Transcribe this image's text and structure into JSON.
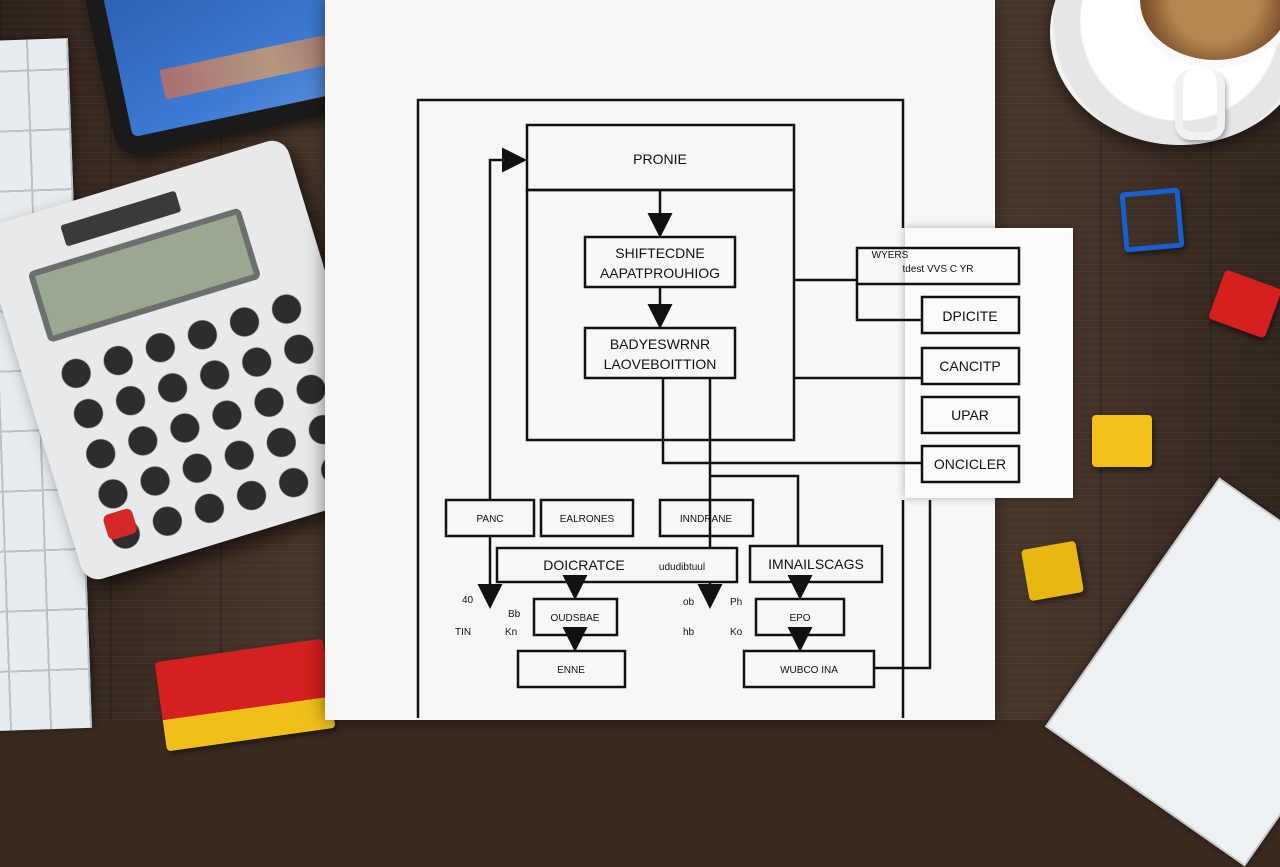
{
  "diagram": {
    "title_box": "PRONIE",
    "box_top_1": [
      "SHIFTECDNE",
      "AAPATPROUHIOG"
    ],
    "box_top_2": [
      "BADYESWRNR",
      "LAOVEBOITTION"
    ],
    "side_box_1": "WYERS",
    "side_box_1_sub": "tdest  VVS C YR",
    "side_box_2": "DPICITE",
    "side_box_3": "CANCITP",
    "side_box_4": "UPAR",
    "side_box_5": "ONCICLER",
    "row_boxes": [
      "PANC",
      "EALRONES",
      "INNDRANE"
    ],
    "wide_box": "DOICRATCE",
    "wide_box_sub": "ududibtuul",
    "right_box": "IMNAILSCAGS",
    "bottom_left_box": "OUDSBAE",
    "bottom_right_box": "EPO",
    "bottom_left_2": "ENNE",
    "bottom_right_2": "WUBCO INA",
    "tiny_labels": [
      "40",
      "TIN",
      "Bb",
      "Kn",
      "ob",
      "hb",
      "Ph",
      "Ko"
    ]
  }
}
